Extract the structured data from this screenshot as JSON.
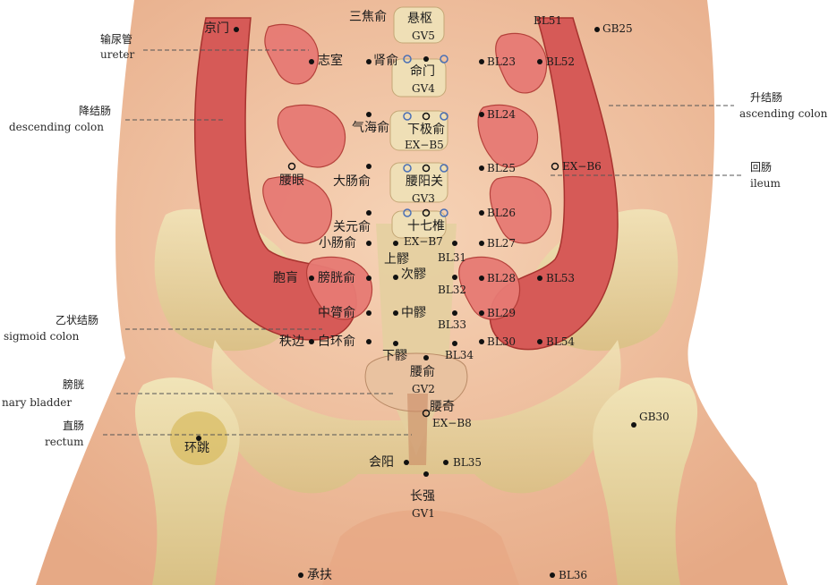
{
  "colors": {
    "skin": "#f2c7a6",
    "skin_shadow": "#e2a27f",
    "bone": "#ead9a5",
    "bone_shadow": "#c7b27a",
    "intestine": "#d3514f",
    "intestine_light": "#ee8a86",
    "dot": "#111111",
    "leader": "#555555"
  },
  "anatomy": [
    {
      "cn": "输尿管",
      "en": "ureter"
    },
    {
      "cn": "降结肠",
      "en": "descending colon"
    },
    {
      "cn": "乙状结肠",
      "en": "sigmoid colon"
    },
    {
      "cn": "膀胱",
      "en": "nary bladder"
    },
    {
      "cn": "直肠",
      "en": "rectum"
    },
    {
      "cn": "升结肠",
      "en": "ascending colon"
    },
    {
      "cn": "回肠",
      "en": "ileum"
    }
  ],
  "points": [
    "京门",
    "志室",
    "腰眼",
    "三焦俞",
    "肾俞",
    "气海俞",
    "大肠俞",
    "关元俞",
    "小肠俞",
    "胞肓",
    "膀胱俞",
    "中膂俞",
    "秩边",
    "白环俞",
    "环跳",
    "会阳",
    "承扶",
    "悬枢",
    "GV5",
    "命门",
    "GV4",
    "下极俞",
    "EX−B5",
    "腰阳关",
    "GV3",
    "十七椎",
    "EX−B7",
    "上髎",
    "BL31",
    "次髎",
    "BL32",
    "中髎",
    "BL33",
    "下髎",
    "BL34",
    "腰俞",
    "GV2",
    "腰奇",
    "EX−B8",
    "长强",
    "GV1",
    "BL51",
    "GB25",
    "BL23",
    "BL52",
    "BL24",
    "BL25",
    "EX−B6",
    "BL26",
    "BL27",
    "BL28",
    "BL53",
    "BL29",
    "BL30",
    "BL54",
    "BL35",
    "GB30",
    "BL36"
  ]
}
